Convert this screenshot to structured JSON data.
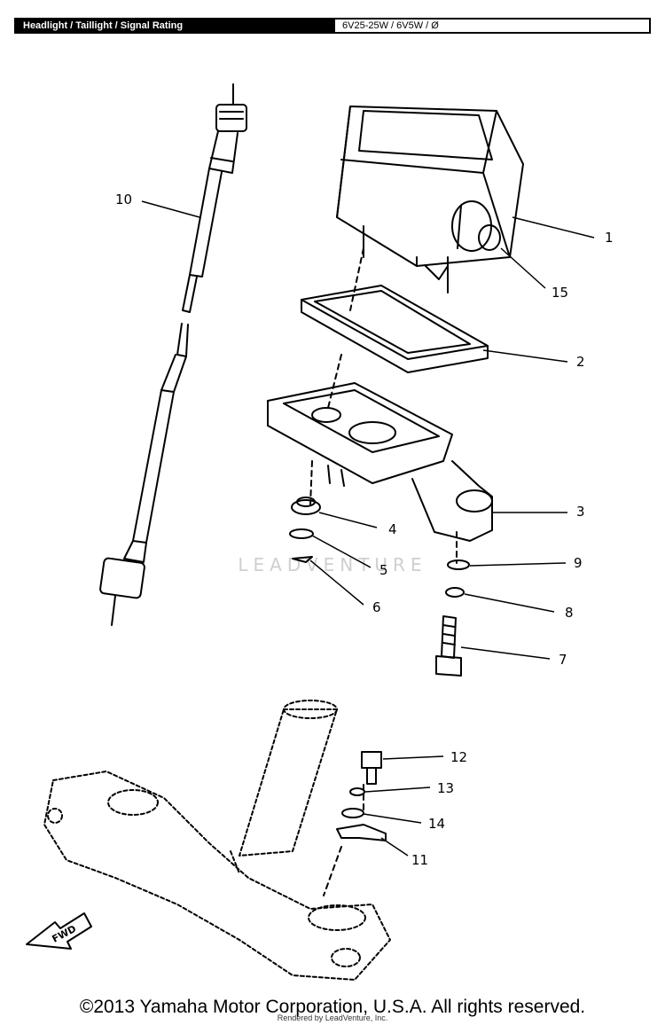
{
  "header": {
    "title": "Headlight / Taillight / Signal Rating",
    "rating": "6V25-25W / 6V5W / Ø"
  },
  "callouts": [
    {
      "id": "10",
      "label": "10"
    },
    {
      "id": "1",
      "label": "1"
    },
    {
      "id": "15",
      "label": "15"
    },
    {
      "id": "2",
      "label": "2"
    },
    {
      "id": "3",
      "label": "3"
    },
    {
      "id": "4",
      "label": "4"
    },
    {
      "id": "5",
      "label": "5"
    },
    {
      "id": "6",
      "label": "6"
    },
    {
      "id": "9",
      "label": "9"
    },
    {
      "id": "8",
      "label": "8"
    },
    {
      "id": "7",
      "label": "7"
    },
    {
      "id": "12",
      "label": "12"
    },
    {
      "id": "13",
      "label": "13"
    },
    {
      "id": "14",
      "label": "14"
    },
    {
      "id": "11",
      "label": "11"
    }
  ],
  "fwd_label": "FWD",
  "watermark": "LEADVENTURE",
  "footer": {
    "copyright": "©2013 Yamaha Motor Corporation, U.S.A. All rights reserved.",
    "rendered_by": "Rendered by LeadVenture, Inc."
  }
}
